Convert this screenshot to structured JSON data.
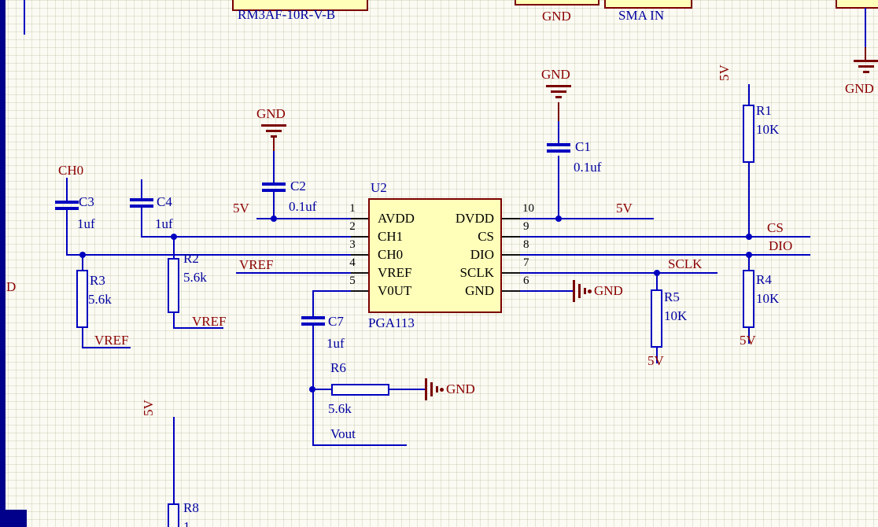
{
  "u2": {
    "designator": "U2",
    "comment": "PGA113",
    "pins_left": [
      {
        "num": "1",
        "name": "AVDD"
      },
      {
        "num": "2",
        "name": "CH1"
      },
      {
        "num": "3",
        "name": "CH0"
      },
      {
        "num": "4",
        "name": "VREF"
      },
      {
        "num": "5",
        "name": "V0UT"
      }
    ],
    "pins_right": [
      {
        "num": "10",
        "name": "DVDD"
      },
      {
        "num": "9",
        "name": "CS"
      },
      {
        "num": "8",
        "name": "DIO"
      },
      {
        "num": "7",
        "name": "SCLK"
      },
      {
        "num": "6",
        "name": "GND"
      }
    ]
  },
  "resistors": {
    "r1": {
      "designator": "R1",
      "value": "10K"
    },
    "r2": {
      "designator": "R2",
      "value": "5.6k"
    },
    "r3": {
      "designator": "R3",
      "value": "5.6k"
    },
    "r4": {
      "designator": "R4",
      "value": "10K"
    },
    "r5": {
      "designator": "R5",
      "value": "10K"
    },
    "r6": {
      "designator": "R6",
      "value": "5.6k"
    },
    "r8": {
      "designator": "R8",
      "value": "1"
    }
  },
  "capacitors": {
    "c1": {
      "designator": "C1",
      "value": "0.1uf"
    },
    "c2": {
      "designator": "C2",
      "value": "0.1uf"
    },
    "c3": {
      "designator": "C3",
      "value": "1uf"
    },
    "c4": {
      "designator": "C4",
      "value": "1uf"
    },
    "c7": {
      "designator": "C7",
      "value": "1uf"
    }
  },
  "nets": {
    "ch0": "CH0",
    "vref": "VREF",
    "cs": "CS",
    "dio": "DIO",
    "sclk": "SCLK",
    "vout": "Vout",
    "v5": "5V",
    "gnd": "GND",
    "d_partial": "D"
  },
  "top_items": {
    "relay_part": "RM3AF-10R-V-B",
    "gnd": "GND",
    "sma_in": "SMA IN"
  },
  "colors": {
    "wire_blue": "#0000C0",
    "designator_blue": "#0000A0",
    "net_label_red": "#8B0000",
    "power_port_red": "#7A0000",
    "component_fill_yellow": "#FFFFB9",
    "background": "#FBFBF3"
  }
}
